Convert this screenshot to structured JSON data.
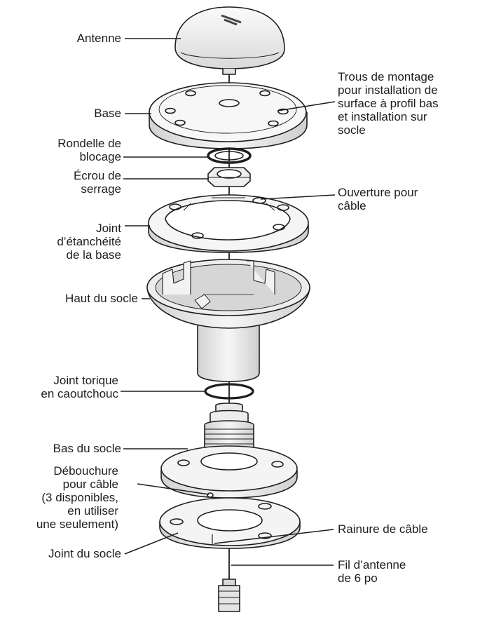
{
  "labels": {
    "antenne": [
      "Antenne"
    ],
    "base": [
      "Base"
    ],
    "rondelle": [
      "Rondelle de",
      "blocage"
    ],
    "ecrou": [
      "Écrou de",
      "serrage"
    ],
    "joint_base": [
      "Joint",
      "d’étanchéité",
      "de la base"
    ],
    "haut_socle": [
      "Haut du socle"
    ],
    "joint_torique": [
      "Joint torique",
      "en caoutchouc"
    ],
    "bas_socle": [
      "Bas du socle"
    ],
    "debouchure": [
      "Débouchure",
      "pour câble",
      "(3 disponibles,",
      "en utiliser",
      "une seulement)"
    ],
    "joint_socle": [
      "Joint du socle"
    ],
    "trous": [
      "Trous de montage",
      "pour installation de",
      "surface à profil bas",
      "et installation sur",
      "socle"
    ],
    "ouverture": [
      "Ouverture pour",
      "câble"
    ],
    "rainure": [
      "Rainure de câble"
    ],
    "fil": [
      "Fil d’antenne",
      "de 6 po"
    ]
  },
  "colors": {
    "line": "#1e1e1e",
    "part_fill": "#f4f4f4",
    "part_shade": "#dcdcdc",
    "text": "#1e1e1e"
  }
}
